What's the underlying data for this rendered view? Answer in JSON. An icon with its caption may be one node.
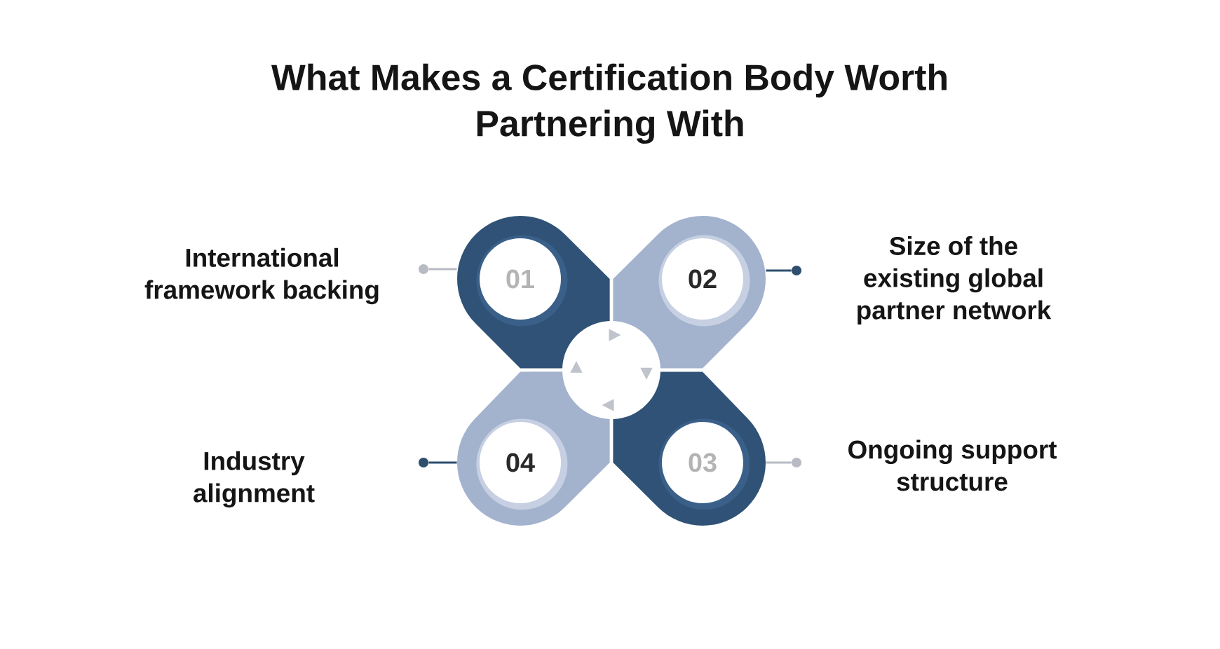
{
  "diagram": {
    "title": "What Makes a Certification Body Worth Partnering With",
    "nodes": [
      {
        "text": [],
        "shape": "circle",
        "beside": [
          "International framework backing"
        ]
      },
      {
        "text": [
          "01"
        ]
      },
      {
        "text": [
          "02"
        ]
      },
      {
        "text": [],
        "shape": "circle",
        "beside": [
          "Size of the existing global partner network"
        ]
      },
      {
        "text": [],
        "shape": "circle"
      },
      {
        "text": [
          "04"
        ]
      },
      {
        "text": [
          "03"
        ]
      },
      {
        "text": [],
        "shape": "circle",
        "beside": [
          "Ongoing support structure"
        ]
      }
    ],
    "edges": [
      {
        "from": 0,
        "to": 1,
        "arrow": "none",
        "color": "#b8bbc3"
      },
      {
        "from": 3,
        "to": 2,
        "arrow": "none",
        "color": "#2f4f6e"
      },
      {
        "from": 4,
        "to": 5,
        "arrow": "none",
        "color": "#2f4f6e"
      },
      {
        "from": 7,
        "to": 6,
        "arrow": "none",
        "color": "#b8bbc3"
      },
      {
        "from": 1,
        "to": 2,
        "arrow": "to",
        "color": "#bfc3cb"
      },
      {
        "from": 2,
        "to": 6,
        "arrow": "to",
        "color": "#bfc3cb"
      },
      {
        "from": 6,
        "to": 5,
        "arrow": "to",
        "color": "#bfc3cb"
      },
      {
        "from": 5,
        "to": 1,
        "arrow": "to",
        "color": "#bfc3cb"
      }
    ],
    "labels": [
      "Industry alignment"
    ]
  }
}
